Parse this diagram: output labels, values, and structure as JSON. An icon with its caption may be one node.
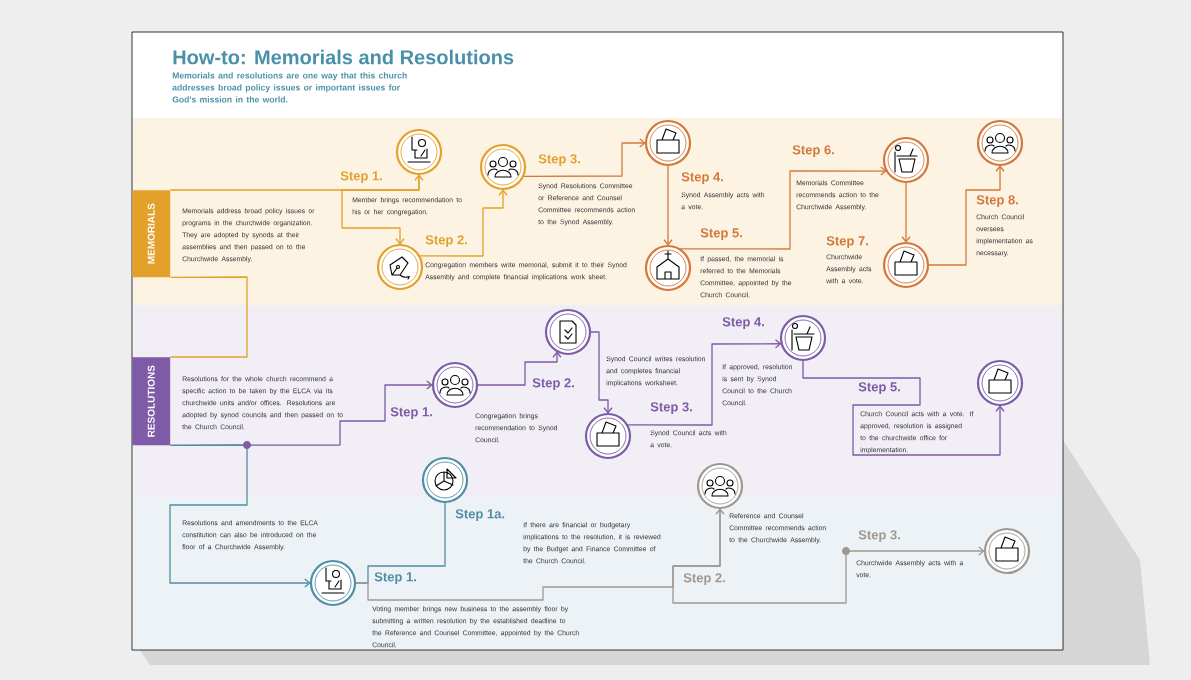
{
  "diagram": {
    "title": "How-to: Memorials and Resolutions",
    "nodes": [
      {
        "text": [
          "MEMORIALS"
        ],
        "beside": [
          "Memorials address broad policy issues or programs in the churchwide organization. They are adopted by synods at their assemblies and then passed on to the Churchwide Assembly."
        ]
      },
      {
        "text": [],
        "shape": "circle",
        "beside": [
          "Step 1.",
          "Member brings recommendation to his or her congregation."
        ]
      },
      {
        "text": [],
        "shape": "circle",
        "beside": [
          "Step 2.",
          "Congregation members write memorial, submit it to their Synod Assembly and complete financial implications work sheet."
        ]
      },
      {
        "text": [],
        "shape": "circle",
        "beside": [
          "Step 3.",
          "Synod Resolutions Committee or Reference and Counsel Committee recommends action to the Synod Assembly."
        ]
      },
      {
        "text": [],
        "shape": "circle",
        "beside": [
          "Step 4.",
          "Synod Assembly acts with a vote."
        ]
      },
      {
        "text": [],
        "shape": "circle",
        "beside": [
          "Step 5.",
          "If passed, the memorial is referred to the Memorials Committee, appointed by the Church Council."
        ]
      },
      {
        "text": [],
        "shape": "circle",
        "beside": [
          "Step 6.",
          "Memorials Committee recommends action to the Churchwide Assembly."
        ]
      },
      {
        "text": [],
        "shape": "circle",
        "beside": [
          "Step 7.",
          "Churchwide Assembly acts with a vote."
        ]
      },
      {
        "text": [],
        "shape": "circle",
        "beside": [
          "Step 8.",
          "Church Council oversees implementation as necessary."
        ]
      },
      {
        "text": [
          "RESOLUTIONS"
        ],
        "beside": [
          "Resolutions for the whole church recommend a specific action to be taken by the ELCA via its churchwide units and/or offices. Resolutions are adopted by synod councils and then passed on to the Church Council."
        ]
      },
      {
        "text": [],
        "shape": "circle",
        "beside": [
          "Step 1.",
          "Congregation brings recommendation to Synod Council."
        ]
      },
      {
        "text": [],
        "shape": "circle",
        "beside": [
          "Step 2.",
          "Synod Council writes resolution and completes financial implications worksheet."
        ]
      },
      {
        "text": [],
        "shape": "circle",
        "beside": [
          "Step 3.",
          "Synod Council acts with a vote."
        ]
      },
      {
        "text": [],
        "shape": "circle",
        "beside": [
          "Step 4.",
          "If approved, resolution is sent by Synod Council to the Church Council."
        ]
      },
      {
        "text": [],
        "shape": "circle",
        "beside": [
          "Step 5.",
          "Church Council acts with a vote. If approved, resolution is assigned to the churchwide office for implementation."
        ]
      },
      {
        "text": [],
        "shape": "circle",
        "beside": [
          "Step 1.",
          "Voting member brings new business to the assembly floor by submitting a written resolution by the established deadline to the Reference and Counsel Committee, appointed by the Church Council."
        ]
      },
      {
        "text": [],
        "shape": "circle",
        "beside": [
          "Step 1a.",
          "If there are financial or budgetary implications to the resolution, it is reviewed by the Budget and Finance Committee of the Church Council."
        ]
      },
      {
        "text": [],
        "shape": "circle",
        "beside": [
          "Step 2.",
          "Reference and Counsel Committee recommends action to the Churchwide Assembly."
        ]
      },
      {
        "text": [],
        "shape": "circle",
        "beside": [
          "Step 3.",
          "Churchwide Assembly acts with a vote."
        ]
      }
    ],
    "edges": [
      {
        "from": 0,
        "to": 1,
        "arrow": "to",
        "color": "#e3a02a"
      },
      {
        "from": 1,
        "to": 2,
        "arrow": "to",
        "color": "#e3a02a"
      },
      {
        "from": 2,
        "to": 3,
        "arrow": "to",
        "color": "#e3a02a"
      },
      {
        "from": 3,
        "to": 4,
        "arrow": "to",
        "color": "#d3783a"
      },
      {
        "from": 4,
        "to": 5,
        "arrow": "to",
        "color": "#d3783a"
      },
      {
        "from": 5,
        "to": 6,
        "arrow": "to",
        "color": "#d3783a"
      },
      {
        "from": 6,
        "to": 7,
        "arrow": "to",
        "color": "#d3783a"
      },
      {
        "from": 7,
        "to": 8,
        "arrow": "to",
        "color": "#d3783a"
      },
      {
        "from": 0,
        "to": 9,
        "arrow": "none",
        "color": "#e3a02a"
      },
      {
        "from": 9,
        "to": 10,
        "arrow": "to",
        "color": "#7d5ba6"
      },
      {
        "from": 10,
        "to": 11,
        "arrow": "to",
        "color": "#7d5ba6"
      },
      {
        "from": 11,
        "to": 12,
        "arrow": "to",
        "color": "#7d5ba6"
      },
      {
        "from": 12,
        "to": 13,
        "arrow": "to",
        "color": "#7d5ba6"
      },
      {
        "from": 13,
        "to": 14,
        "arrow": "to",
        "color": "#7d5ba6"
      },
      {
        "from": 9,
        "to": 15,
        "arrow": "to",
        "color": "#4f8fa5"
      },
      {
        "from": 15,
        "to": 16,
        "arrow": "none",
        "color": "#4f8fa5"
      },
      {
        "from": 15,
        "to": 17,
        "arrow": "to",
        "color": "#9f988f"
      },
      {
        "from": 17,
        "to": 18,
        "arrow": "to",
        "color": "#9f988f"
      }
    ],
    "labels": [
      "Memorials and resolutions are one way that this church addresses broad policy issues or important issues for God's mission in the world.",
      "Resolutions and amendments to the ELCA constitution can also be introduced on the floor of a Churchwide Assembly."
    ]
  }
}
